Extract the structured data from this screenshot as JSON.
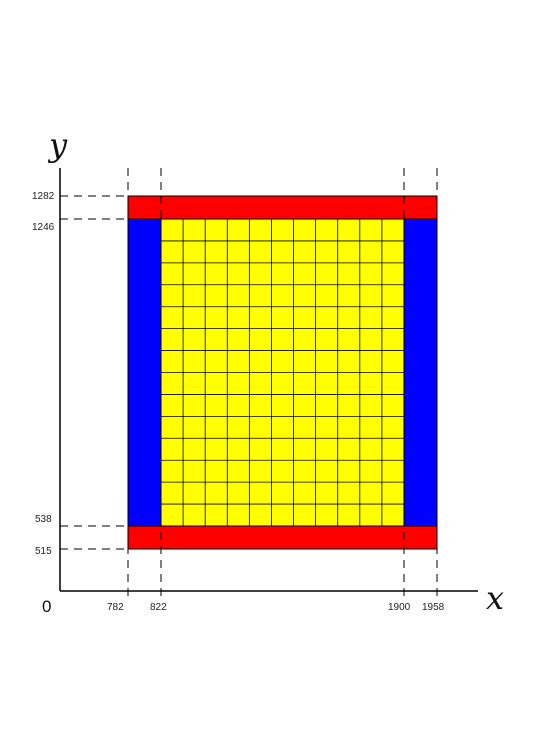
{
  "axes": {
    "x_label": "x",
    "y_label": "y",
    "origin_label": "0"
  },
  "x_ticks": [
    "782",
    "822",
    "1900",
    "1958"
  ],
  "y_ticks": [
    "1282",
    "1246",
    "538",
    "515"
  ],
  "colors": {
    "border_red": "#ff0000",
    "side_blue": "#0000ff",
    "grid_fill_yellow": "#ffff00",
    "lines": "#000000"
  },
  "grid": {
    "columns": 11,
    "rows": 14
  }
}
